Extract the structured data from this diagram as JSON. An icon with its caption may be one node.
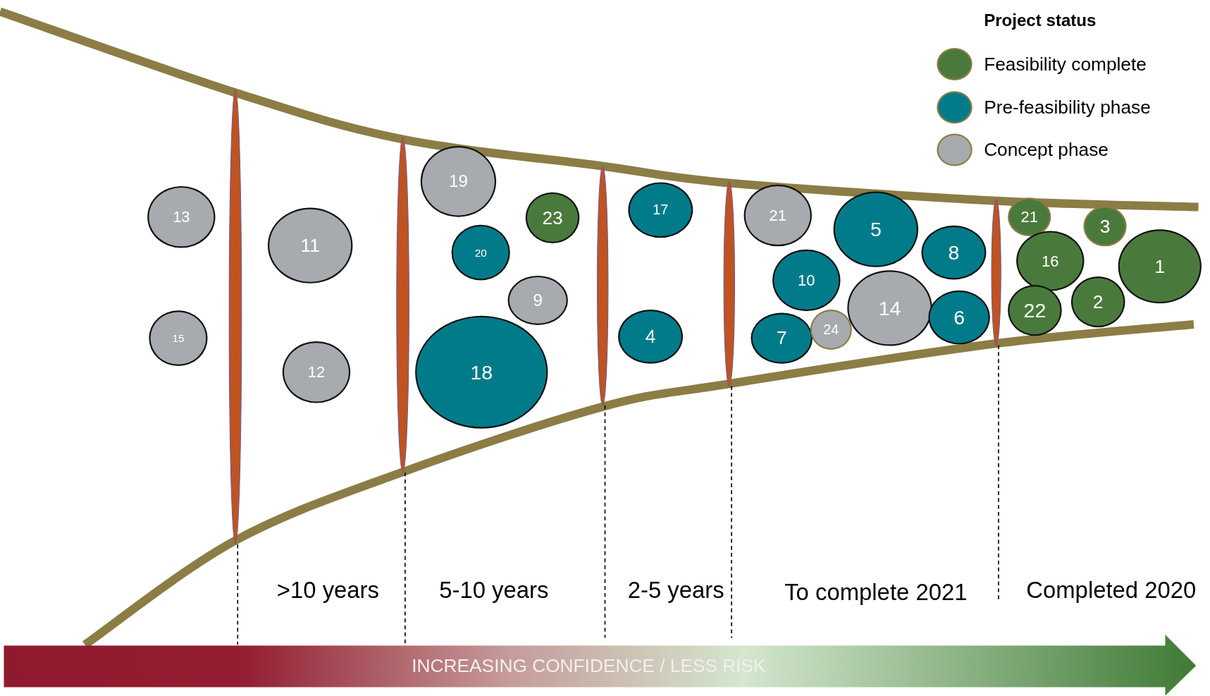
{
  "diagram": {
    "nodes": [
      {
        "text": [
          "13"
        ]
      },
      {
        "text": [
          "15"
        ]
      },
      {
        "text": [
          "11"
        ]
      },
      {
        "text": [
          "12"
        ]
      },
      {
        "text": [
          "19"
        ]
      },
      {
        "text": [
          "20"
        ]
      },
      {
        "text": [
          "18"
        ]
      },
      {
        "text": [
          "23"
        ]
      },
      {
        "text": [
          "9"
        ]
      },
      {
        "text": [
          "17"
        ]
      },
      {
        "text": [
          "4"
        ]
      },
      {
        "text": [
          "21"
        ]
      },
      {
        "text": [
          "10"
        ]
      },
      {
        "text": [
          "7"
        ]
      },
      {
        "text": [
          "24"
        ]
      },
      {
        "text": [
          "5"
        ]
      },
      {
        "text": [
          "14"
        ]
      },
      {
        "text": [
          "8"
        ]
      },
      {
        "text": [
          "6"
        ]
      },
      {
        "text": [
          "21"
        ]
      },
      {
        "text": [
          "16"
        ]
      },
      {
        "text": [
          "22"
        ]
      },
      {
        "text": [
          "3"
        ]
      },
      {
        "text": [
          "2"
        ]
      },
      {
        "text": [
          "1"
        ]
      }
    ],
    "labels": [
      "Project status",
      ">10 years",
      "5-10 years",
      "2-5 years",
      "To complete 2021",
      "Completed 2020",
      "INCREASING CONFIDENCE / LESS RISK"
    ],
    "legend": [
      {
        "text": "Feasibility complete",
        "color": "#4a7a3b"
      },
      {
        "text": "Pre-feasibility phase",
        "color": "#017b8a"
      },
      {
        "text": "Concept phase",
        "color": "#a7aaae"
      }
    ]
  }
}
